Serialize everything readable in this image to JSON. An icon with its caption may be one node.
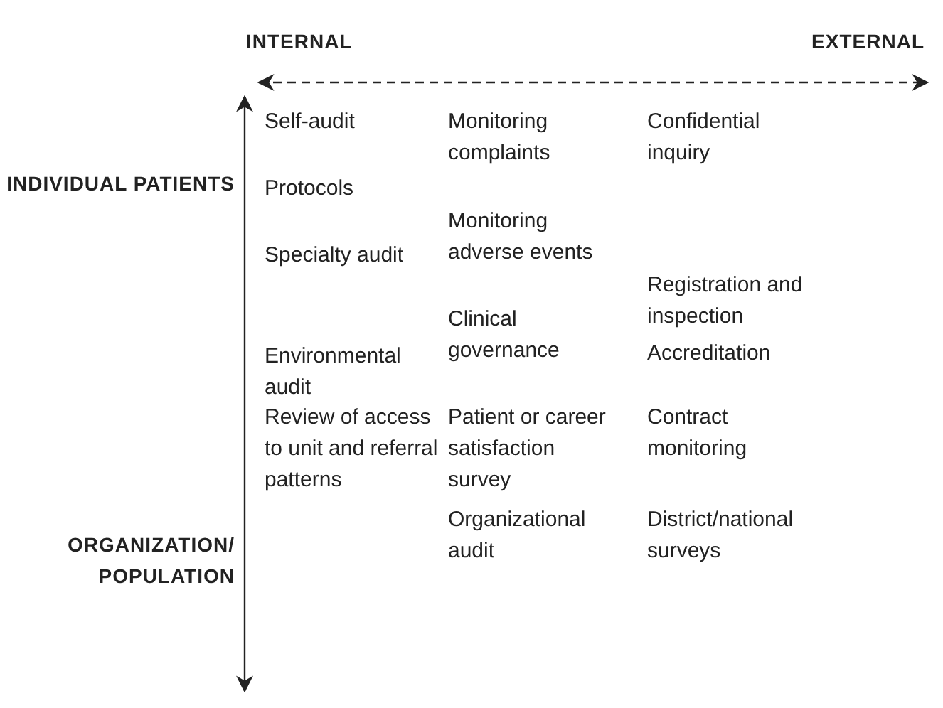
{
  "diagram": {
    "labels": [
      "INTERNAL",
      "EXTERNAL",
      "INDIVIDUAL PATIENTS",
      "Self-audit",
      "Monitoring complaints",
      "Confidential inquiry",
      "Protocols",
      "Monitoring adverse events",
      "Specialty audit",
      "Registration and inspection",
      "Clinical governance",
      "Environmental audit",
      "Accreditation",
      "Review of access to unit and referral patterns",
      "Patient or career satisfaction survey",
      "Contract monitoring",
      "Organizational audit",
      "ORGANIZATION/ POPULATION",
      "District/national surveys"
    ]
  }
}
